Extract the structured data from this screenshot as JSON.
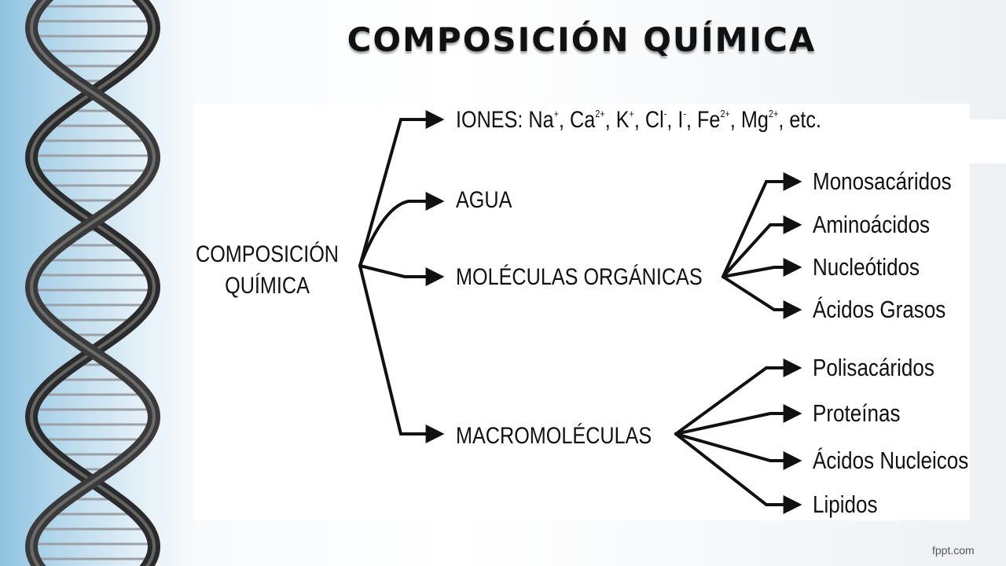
{
  "title": "COMPOSICIÓN QUÍMICA",
  "root": {
    "line1": "COMPOSICIÓN",
    "line2": "QUÍMICA"
  },
  "branches": {
    "iones": {
      "prefix": "IONES: ",
      "ions": [
        {
          "base": "Na",
          "charge": "+",
          "sep": ", "
        },
        {
          "base": "Ca",
          "charge": "2+",
          "sep": ", "
        },
        {
          "base": "K",
          "charge": "+",
          "sep": ", "
        },
        {
          "base": "Cl",
          "charge": "-",
          "sep": ", "
        },
        {
          "base": "I",
          "charge": "-",
          "sep": ", "
        },
        {
          "base": "Fe",
          "charge": "2+",
          "sep": ", "
        },
        {
          "base": "Mg",
          "charge": "2+",
          "sep": ", "
        }
      ],
      "suffix": "etc."
    },
    "agua": "AGUA",
    "moleculas_organicas": {
      "label": "MOLÉCULAS ORGÁNICAS",
      "children": [
        "Monosacáridos",
        "Aminoácidos",
        "Nucleótidos",
        "Ácidos Grasos"
      ]
    },
    "macromoleculas": {
      "label": "MACROMOLÉCULAS",
      "children": [
        "Polisacáridos",
        "Proteínas",
        "Ácidos Nucleicos",
        "Lipidos"
      ]
    }
  },
  "footer": "fppt.com",
  "colors": {
    "ink": "#111111",
    "panel_blue": "#8fc3e2",
    "background": "#ffffff"
  }
}
